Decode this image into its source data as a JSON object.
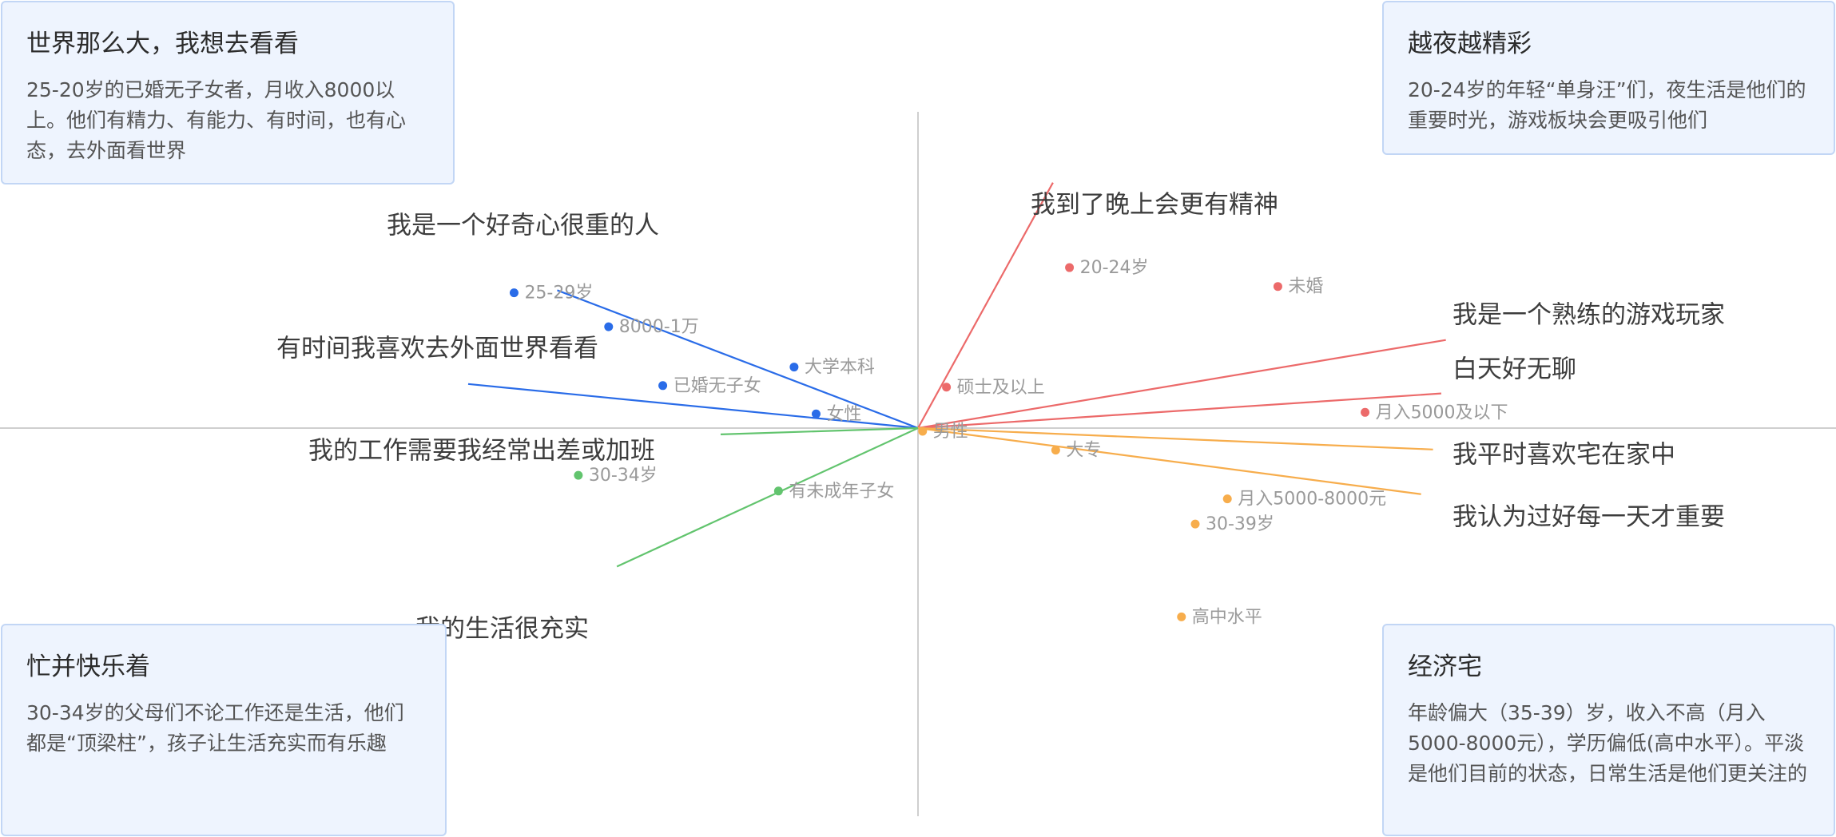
{
  "cards": [
    {
      "id": "tl",
      "title": "世界那么大，我想去看看",
      "body": "25-20岁的已婚无子女者，月收入8000以上。他们有精力、有能力、有时间，也有心态，去外面看世界"
    },
    {
      "id": "tr",
      "title": "越夜越精彩",
      "body": "20-24岁的年轻“单身汪”们，夜生活是他们的重要时光，游戏板块会更吸引他们"
    },
    {
      "id": "bl",
      "title": "忙并快乐着",
      "body": "30-34岁的父母们不论工作还是生活，他们都是“顶梁柱”，孩子让生活充实而有乐趣"
    },
    {
      "id": "br",
      "title": "经济宅",
      "body": "年龄偏大（35-39）岁，收入不高（月入5000-8000元），学历偏低(高中水平）。平淡是他们目前的状态，日常生活是他们更关注的"
    }
  ],
  "chart_data": {
    "type": "scatter",
    "xlim": [
      -1,
      1
    ],
    "ylim": [
      -1,
      1
    ],
    "grid": false,
    "legend": "none",
    "colors": {
      "blue": "#2a6ce8",
      "red": "#ec6a6a",
      "orange": "#f7ad4c",
      "green": "#62c46e",
      "axis": "#cfcfcf"
    },
    "points": [
      {
        "label": "25-29岁",
        "x": -0.44,
        "y": 0.43,
        "color": "blue"
      },
      {
        "label": "8000-1万",
        "x": -0.337,
        "y": 0.322,
        "color": "blue"
      },
      {
        "label": "大学本科",
        "x": -0.135,
        "y": 0.194,
        "color": "blue"
      },
      {
        "label": "已婚无子女",
        "x": -0.278,
        "y": 0.135,
        "color": "blue"
      },
      {
        "label": "女性",
        "x": -0.111,
        "y": 0.045,
        "color": "blue"
      },
      {
        "label": "20-24岁",
        "x": 0.165,
        "y": 0.51,
        "color": "red"
      },
      {
        "label": "未婚",
        "x": 0.392,
        "y": 0.45,
        "color": "red"
      },
      {
        "label": "硕士及以上",
        "x": 0.031,
        "y": 0.13,
        "color": "red"
      },
      {
        "label": "月入5000及以下",
        "x": 0.487,
        "y": 0.05,
        "color": "red"
      },
      {
        "label": "男性",
        "x": 0.005,
        "y": -0.01,
        "color": "orange"
      },
      {
        "label": "大专",
        "x": 0.15,
        "y": -0.07,
        "color": "orange"
      },
      {
        "label": "月入5000-8000元",
        "x": 0.337,
        "y": -0.225,
        "color": "orange"
      },
      {
        "label": "30-39岁",
        "x": 0.302,
        "y": -0.305,
        "color": "orange"
      },
      {
        "label": "高中水平",
        "x": 0.287,
        "y": -0.6,
        "color": "orange"
      },
      {
        "label": "30-34岁",
        "x": -0.37,
        "y": -0.15,
        "color": "green"
      },
      {
        "label": "有未成年子女",
        "x": -0.152,
        "y": -0.2,
        "color": "green"
      }
    ],
    "vectors": [
      {
        "label": "我是一个好奇心很重的人",
        "x": -0.393,
        "y": 0.438,
        "color": "blue"
      },
      {
        "label": "有时间我喜欢去外面世界看看",
        "x": -0.49,
        "y": 0.14,
        "color": "blue"
      },
      {
        "label": "我到了晚上会更有精神",
        "x": 0.147,
        "y": 0.78,
        "color": "red"
      },
      {
        "label": "我是一个熟练的游戏玩家",
        "x": 0.575,
        "y": 0.28,
        "color": "red"
      },
      {
        "label": "白天好无聊",
        "x": 0.57,
        "y": 0.11,
        "color": "red"
      },
      {
        "label": "我平时喜欢宅在家中",
        "x": 0.561,
        "y": -0.068,
        "color": "orange"
      },
      {
        "label": "我认为过好每一天才重要",
        "x": 0.548,
        "y": -0.21,
        "color": "orange"
      },
      {
        "label": "我的工作需要我经常出差或加班",
        "x": -0.215,
        "y": -0.02,
        "color": "green"
      },
      {
        "label": "我的生活很充实",
        "x": -0.328,
        "y": -0.44,
        "color": "green"
      }
    ]
  }
}
